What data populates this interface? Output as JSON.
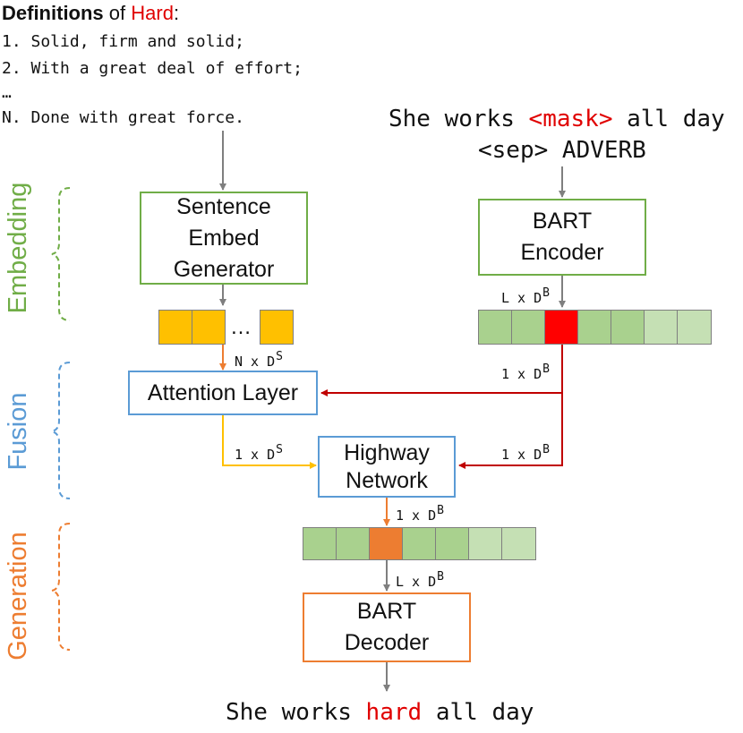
{
  "definitions": {
    "title_bold": "Definitions",
    "title_mid": " of ",
    "title_word": "Hard",
    "title_end": ":",
    "lines": [
      "1. Solid, firm and solid;",
      "2. With a great deal of effort;",
      "…",
      "N. Done with great force."
    ]
  },
  "input_sentence": {
    "before": "She works ",
    "mask": "<mask>",
    "after": " all day",
    "line2": "<sep> ADVERB"
  },
  "output_sentence": {
    "before": "She works ",
    "word": "hard",
    "after": " all day"
  },
  "stages": {
    "embedding": "Embedding",
    "fusion": "Fusion",
    "generation": "Generation"
  },
  "boxes": {
    "sentence_embed": "Sentence\nEmbed\nGenerator",
    "bart_encoder": "BART\nEncoder",
    "attention": "Attention Layer",
    "highway": "Highway\nNetwork",
    "bart_decoder": "BART\nDecoder"
  },
  "ellipsis": "…",
  "dims": {
    "enc_out": {
      "main": "L x  D",
      "sup": "B"
    },
    "sent_out": {
      "main": "N x  D",
      "sup": "S"
    },
    "mask_to_attn": {
      "main": "1 x  D",
      "sup": "B"
    },
    "attn_out": {
      "main": "1 x  D",
      "sup": "S"
    },
    "mask_to_highway": {
      "main": "1 x  D",
      "sup": "B"
    },
    "highway_out": {
      "main": "1 x  D",
      "sup": "B"
    },
    "dec_in": {
      "main": "L x  D",
      "sup": "B"
    }
  },
  "colors": {
    "green": "#70ad47",
    "blue": "#5b9bd5",
    "orange": "#ed7d31",
    "red": "#e00000",
    "yellow": "#ffc000",
    "dark_red": "#c00000",
    "gray_arrow": "#7f7f7f",
    "cell_green": "#a9d18e",
    "cell_light_green": "#c5e0b4",
    "cell_red": "#ff0000",
    "cell_orange": "#ed7d31"
  }
}
